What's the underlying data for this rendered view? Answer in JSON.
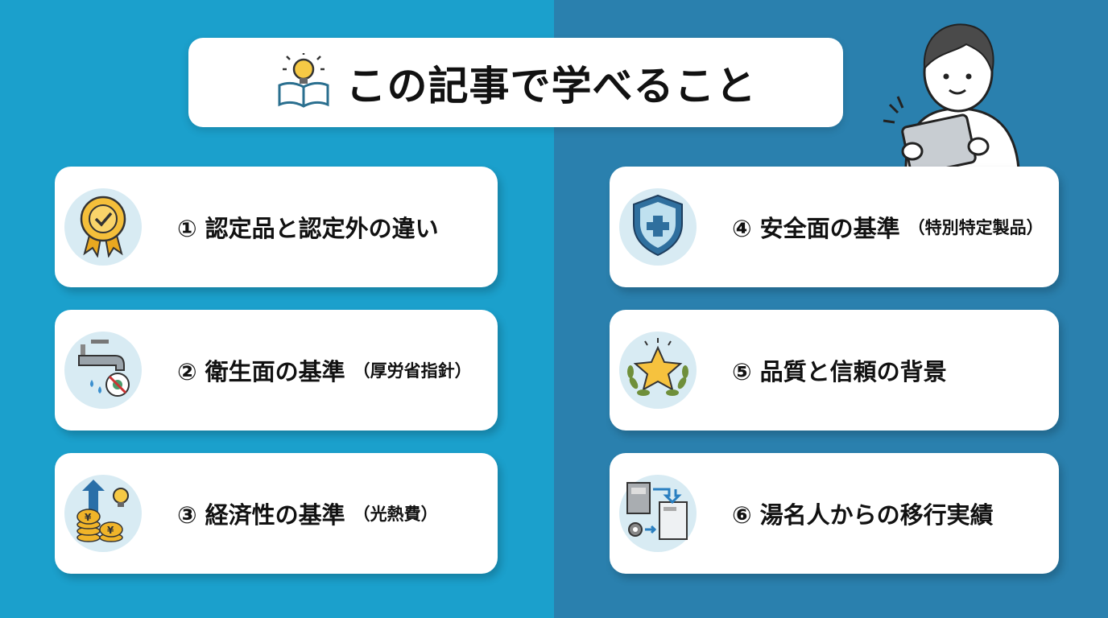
{
  "title": {
    "text": "この記事で学べること",
    "icon": "lightbulb-book-icon"
  },
  "colors": {
    "left_bg": "#1ba0cc",
    "right_bg": "#2a80ae",
    "card": "#ffffff",
    "icon_circle": "#d8ebf3",
    "accent_gold": "#f0b429"
  },
  "items": [
    {
      "label": "① 認定品と認定外の違い",
      "sub": "",
      "icon": "award-badge-icon"
    },
    {
      "label": "② 衛生面の基準",
      "sub": "（厚労省指針）",
      "icon": "faucet-germ-icon"
    },
    {
      "label": "③ 経済性の基準",
      "sub": "（光熱費）",
      "icon": "yen-coins-icon"
    },
    {
      "label": "④ 安全面の基準",
      "sub": "（特別特定製品）",
      "icon": "shield-cross-icon"
    },
    {
      "label": "⑤ 品質と信頼の背景",
      "sub": "",
      "icon": "star-laurel-icon"
    },
    {
      "label": "⑥ 湯名人からの移行実績",
      "sub": "",
      "icon": "water-heater-transition-icon"
    }
  ]
}
